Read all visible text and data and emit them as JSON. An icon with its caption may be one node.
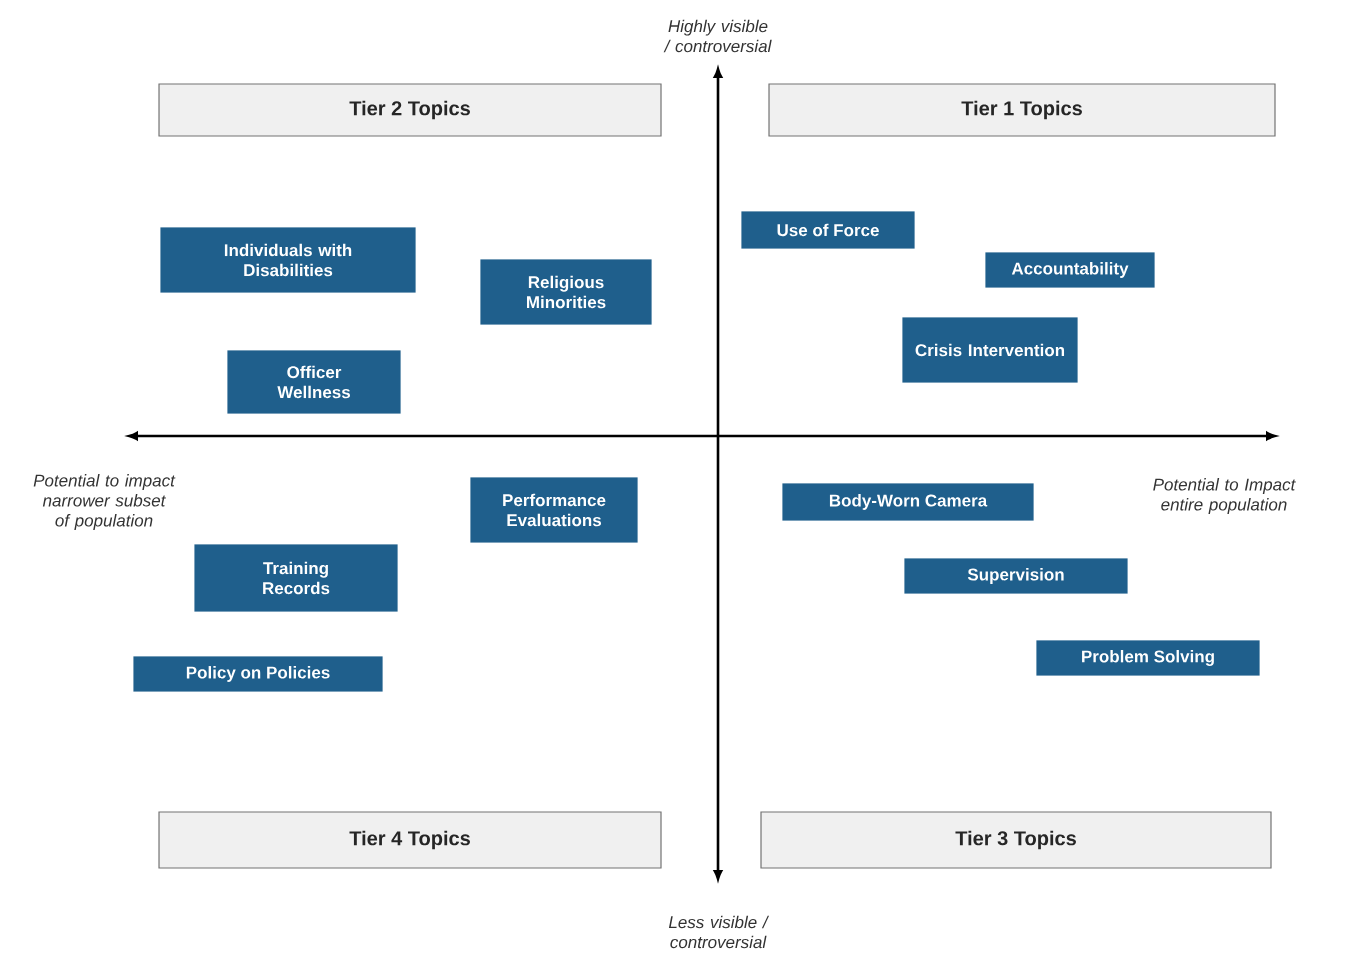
{
  "diagram": {
    "nodes": [
      {
        "text": [
          "Tier 2 Topics"
        ]
      },
      {
        "text": [
          "Tier 1 Topics"
        ]
      },
      {
        "text": [
          "Tier 4 Topics"
        ]
      },
      {
        "text": [
          "Tier 3 Topics"
        ]
      },
      {
        "text": [
          "Individuals with Disabilities"
        ]
      },
      {
        "text": [
          "Religious Minorities"
        ]
      },
      {
        "text": [
          "Use of Force"
        ]
      },
      {
        "text": [
          "Accountability"
        ]
      },
      {
        "text": [
          "Crisis Intervention"
        ]
      },
      {
        "text": [
          "Officer Wellness"
        ]
      },
      {
        "text": [
          "Performance Evaluations"
        ]
      },
      {
        "text": [
          "Body-Worn Camera"
        ]
      },
      {
        "text": [
          "Training Records"
        ]
      },
      {
        "text": [
          "Supervision"
        ]
      },
      {
        "text": [
          "Policy on Policies"
        ]
      },
      {
        "text": [
          "Problem Solving"
        ]
      }
    ],
    "edges": [],
    "labels": [
      "Highly visible / controversial",
      "Potential to impact narrower subset of population",
      "Potential to Impact entire population",
      "Less visible / controversial"
    ]
  }
}
